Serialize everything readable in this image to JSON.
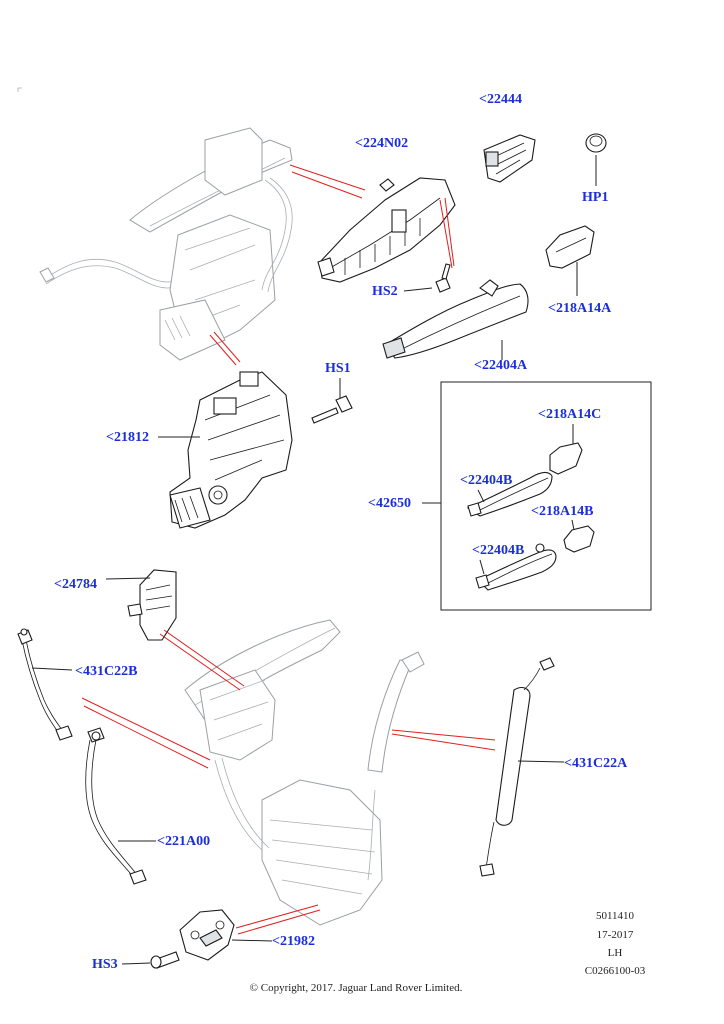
{
  "callouts": {
    "c22444": "<22444",
    "c224N02": "<224N02",
    "cHP1": "HP1",
    "cHS2": "HS2",
    "c218A14A": "<218A14A",
    "c22404A": "<22404A",
    "cHS1": "HS1",
    "c21812": "<21812",
    "c218A14C": "<218A14C",
    "c22404B_1": "<22404B",
    "c42650": "<42650",
    "c218A14B": "<218A14B",
    "c22404B_2": "<22404B",
    "c24784": "<24784",
    "c431C22B": "<431C22B",
    "c431C22A": "<431C22A",
    "c221A00": "<221A00",
    "c21982": "<21982",
    "cHS3": "HS3"
  },
  "meta": {
    "ref_number": "5011410",
    "date": "17-2017",
    "side": "LH",
    "drawing_code": "C0266100-03"
  },
  "copyright": "© Copyright, 2017. Jaguar Land Rover Limited.",
  "colors": {
    "callout_text": "#1a2fd6",
    "reference_line": "#e02020",
    "leader_line": "#222222"
  }
}
